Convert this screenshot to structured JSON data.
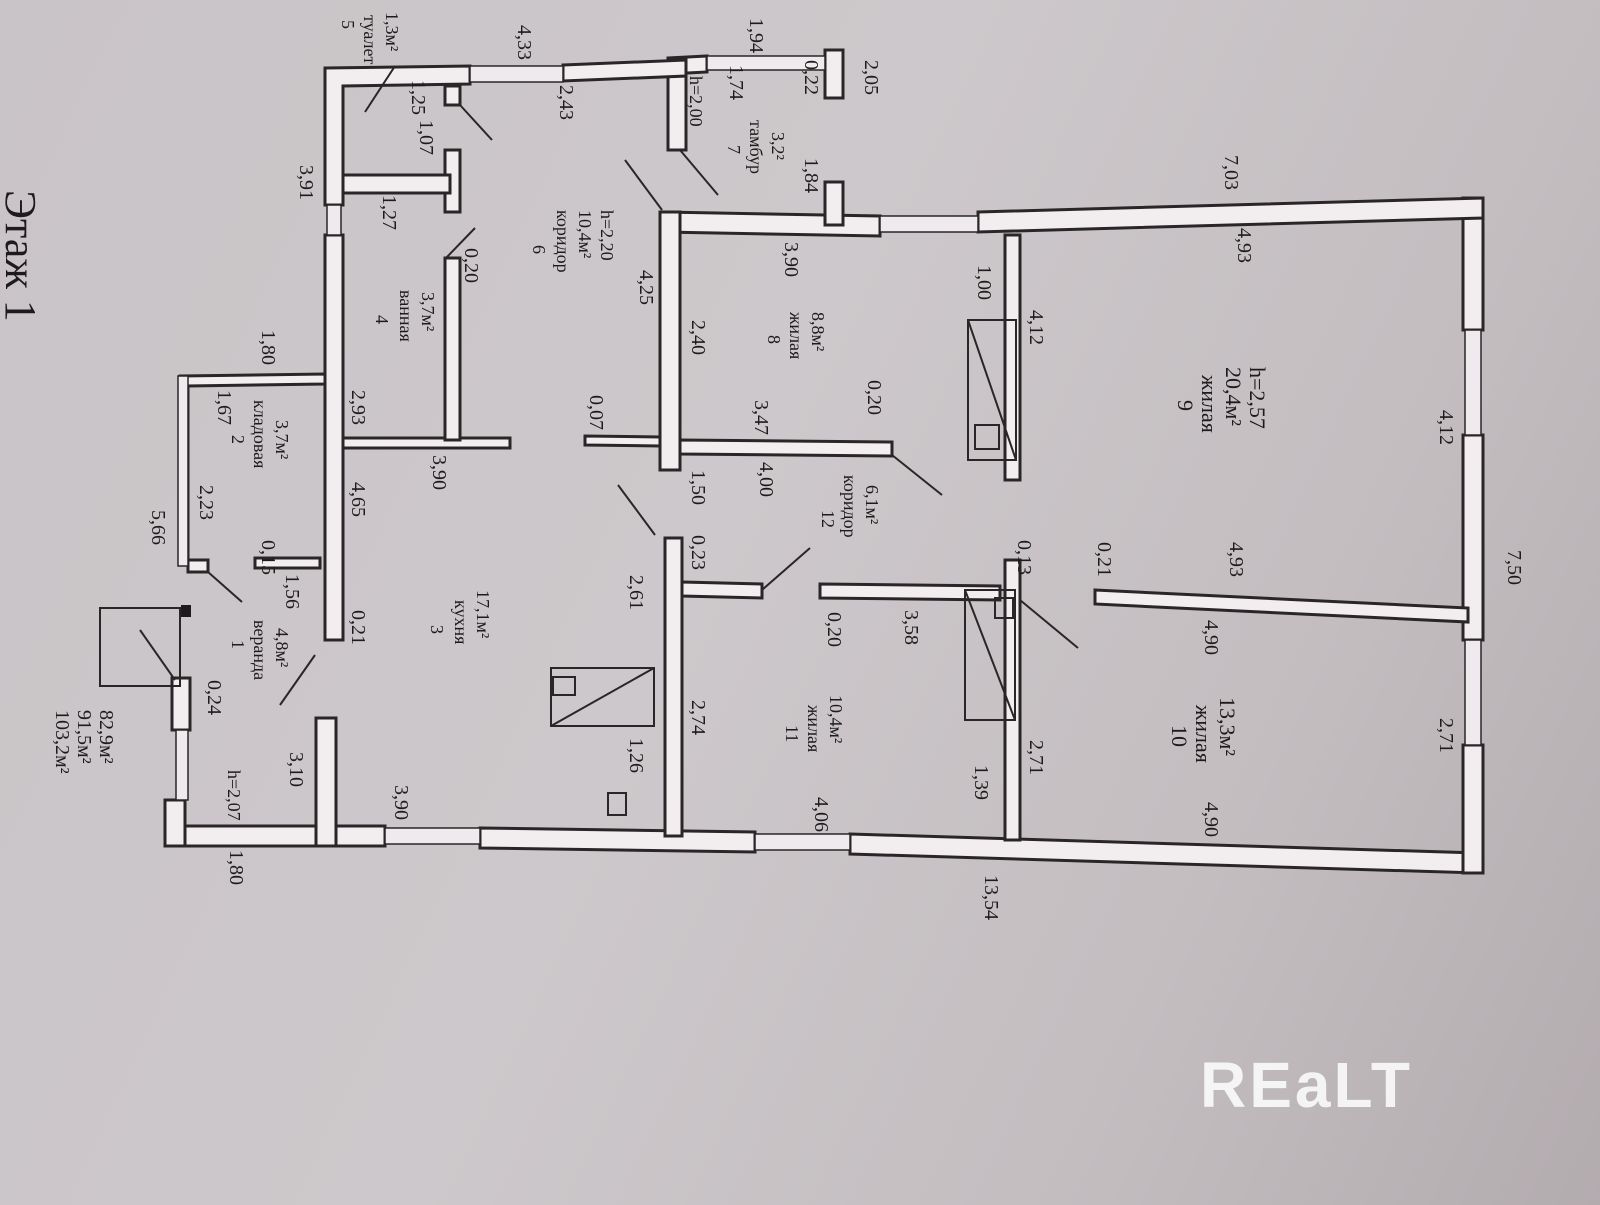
{
  "plan": {
    "title_partial": "Этаж 1",
    "areas_summary": [
      "82,9м²",
      "91,5м²",
      "103,2м²"
    ],
    "rooms": [
      {
        "num": "1",
        "name": "веранда",
        "area": "4,8м²",
        "height": "h=2,07"
      },
      {
        "num": "2",
        "name": "кладовая",
        "area": "3,7м²"
      },
      {
        "num": "3",
        "name": "кухня",
        "area": "17,1м²"
      },
      {
        "num": "4",
        "name": "ванная",
        "area": "3,7м²"
      },
      {
        "num": "5",
        "name": "туалет",
        "area": "1,3м²"
      },
      {
        "num": "6",
        "name": "коридор",
        "area": "10,4м²",
        "height": "h=2,20"
      },
      {
        "num": "7",
        "name": "тамбур",
        "area": "3,2²",
        "height": "h=2,00"
      },
      {
        "num": "8",
        "name": "жилая",
        "area": "8,8м²"
      },
      {
        "num": "9",
        "name": "жилая",
        "area": "20,4м²",
        "height": "h=2,57"
      },
      {
        "num": "10",
        "name": "жилая",
        "area": "13,3м²"
      },
      {
        "num": "11",
        "name": "жилая",
        "area": "10,4м²"
      },
      {
        "num": "12",
        "name": "коридор",
        "area": "6,1м²"
      }
    ],
    "dims": {
      "overall_length": "13,54",
      "veranda_left": "1,80",
      "kladovaya_top": "1,80",
      "veranda_width": "5,66",
      "d223": "2,23",
      "d167": "1,67",
      "d015": "0,15",
      "d156": "1,56",
      "d024": "0,24",
      "d310": "3,10",
      "d021_kitchen": "0,21",
      "d465": "4,65",
      "d293": "2,93",
      "d391": "3,91",
      "d433": "4,33",
      "d125": "1,25",
      "d107": "1,07",
      "d127": "1,27",
      "d020_bath": "0,20",
      "d390_kitchen_top": "3,90",
      "d390_kitchen_bottom": "3,90",
      "d390_room8": "3,90",
      "d243": "2,43",
      "d194": "1,94",
      "d174": "1,74",
      "d022": "0,22",
      "d205": "2,05",
      "d184": "1,84",
      "d703": "7,03",
      "d425": "4,25",
      "d240": "2,40",
      "d007": "0,07",
      "d347": "3,47",
      "d020_room8": "0,20",
      "d100": "1,00",
      "d412_room8": "4,12",
      "d493_top": "4,93",
      "d412_room9": "4,12",
      "d150": "1,50",
      "d400": "4,00",
      "d023": "0,23",
      "d261": "2,61",
      "d126": "1,26",
      "d274": "2,74",
      "d020_room11": "0,20",
      "d358": "3,58",
      "d013": "0,13",
      "d139": "1,39",
      "d271_room10": "2,71",
      "d406": "4,06",
      "d021_room10": "0,21",
      "d493_mid": "4,93",
      "d490_mid": "4,90",
      "d490_bottom": "4,90",
      "d271_right": "2,71",
      "d750": "7,50"
    }
  },
  "watermark": "REaLT"
}
